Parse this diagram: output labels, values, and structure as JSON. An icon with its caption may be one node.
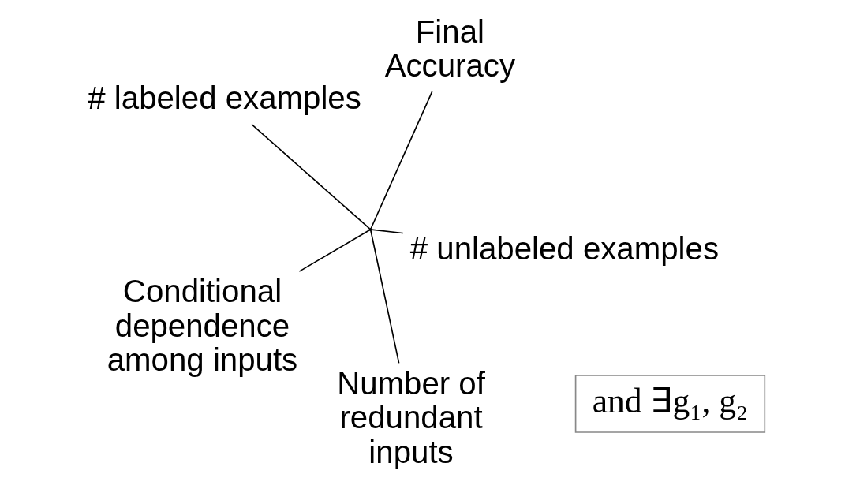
{
  "diagram": {
    "nodes": [
      {
        "text": [
          "# labeled examples"
        ]
      },
      {
        "text": [
          "and ∃g₁, g₂"
        ]
      },
      {
        "text": [
          "# unlabeled examples"
        ]
      },
      {
        "text": [
          "Number of redundant inputs"
        ]
      },
      {
        "text": [],
        "shape": "point"
      },
      {
        "text": [
          "Final Accuracy"
        ]
      },
      {
        "text": [
          "Conditional dependence among inputs"
        ]
      }
    ],
    "edges": [
      {
        "from": 4,
        "to": 0,
        "arrow": "none"
      },
      {
        "from": 4,
        "to": 2,
        "arrow": "none"
      },
      {
        "from": 4,
        "to": 3,
        "arrow": "none"
      },
      {
        "from": 4,
        "to": 5,
        "arrow": "none"
      },
      {
        "from": 4,
        "to": 6,
        "arrow": "none"
      }
    ]
  }
}
